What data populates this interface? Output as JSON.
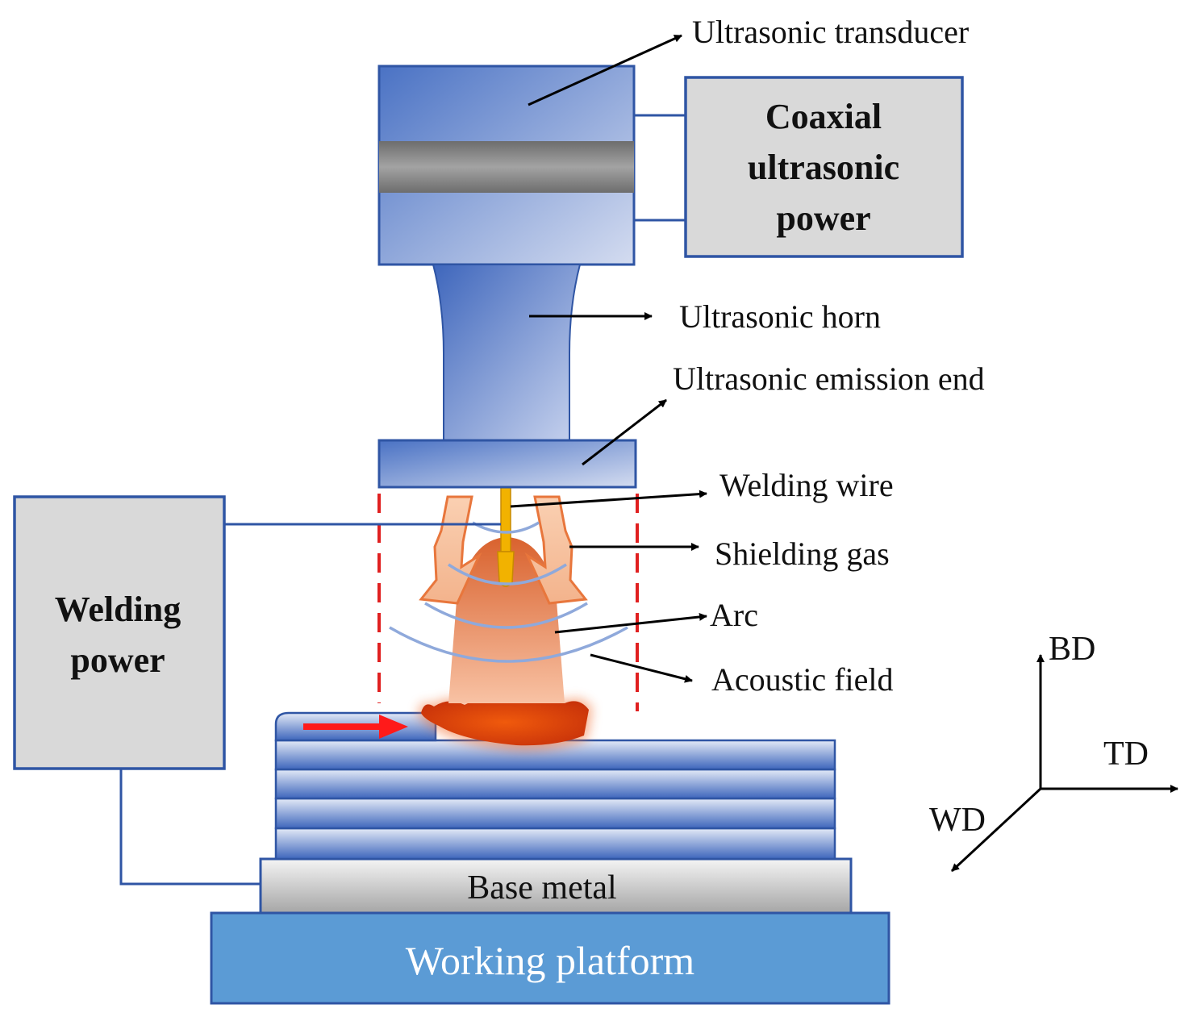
{
  "labels": {
    "ultrasonic_transducer": "Ultrasonic transducer",
    "ultrasonic_horn": "Ultrasonic horn",
    "ultrasonic_emission_end": "Ultrasonic emission end",
    "welding_wire": "Welding wire",
    "shielding_gas": "Shielding gas",
    "arc": "Arc",
    "acoustic_field": "Acoustic field",
    "base_metal": "Base metal",
    "working_platform": "Working platform"
  },
  "boxes": {
    "coaxial_power": [
      "Coaxial",
      "ultrasonic",
      "power"
    ],
    "welding_power": [
      "Welding",
      "power"
    ]
  },
  "axes": {
    "bd": "BD",
    "td": "TD",
    "wd": "WD"
  },
  "colors": {
    "device_blue": "#4a72c4",
    "outline_blue": "#2f55a4",
    "box_gray": "#d9d9d9",
    "platform_blue": "#5b9bd5",
    "arc_orange": "#e8763c",
    "molten_pool": "#e85a10",
    "guide_dashed_red": "#e02020",
    "travel_arrow_red": "#ff1a1a",
    "wire_yellow": "#f2b200"
  }
}
